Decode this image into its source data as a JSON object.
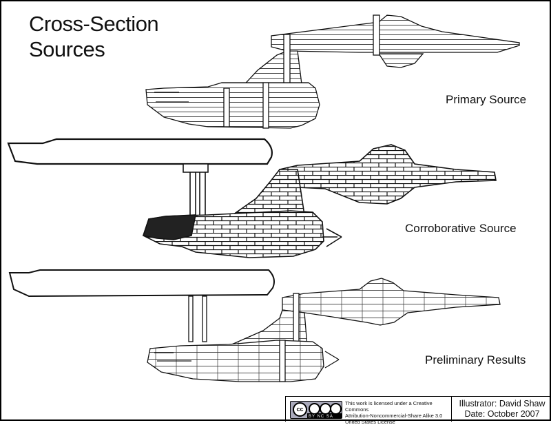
{
  "title": {
    "line1": "Cross-Section",
    "line2": "Sources"
  },
  "labels": {
    "primary": "Primary Source",
    "corroborative": "Corroborative Source",
    "preliminary": "Preliminary Results"
  },
  "license": {
    "badge_text": "cc",
    "badge_bar": "BY NC SA",
    "line1": "This work is licensed under a Creative Commons",
    "line2": "Attribution-Noncommercial-Share Alike 3.0",
    "line3": "United States License"
  },
  "credits": {
    "illustrator": "Illustrator: David Shaw",
    "date": "Date: October 2007"
  },
  "colors": {
    "ink": "#111111",
    "fill_dark": "#222222"
  }
}
